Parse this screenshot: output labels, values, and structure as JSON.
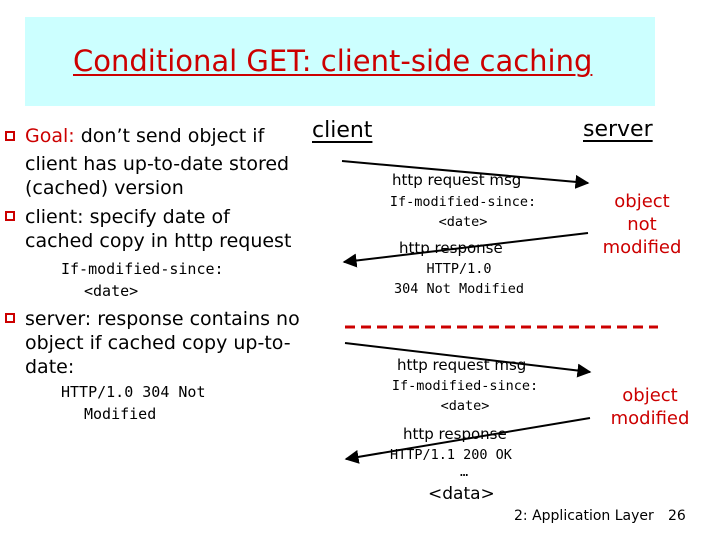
{
  "title": "Conditional GET: client-side caching",
  "bullets": {
    "b1_label": "Goal:",
    "b1_line1": " don’t send object if",
    "b1_line2": "client has up-to-date stored",
    "b1_line3": "(cached) version",
    "b2_line1": "client: specify date of",
    "b2_line2": "cached copy in http request",
    "b2_code1": "If-modified-since:",
    "b2_code2": "<date>",
    "b3_line1": "server: response contains no",
    "b3_line2": "object if cached copy up-to-",
    "b3_line3": "date:",
    "b3_code1": "HTTP/1.0 304 Not",
    "b3_code2": "Modified"
  },
  "diagram": {
    "client_label": "client",
    "server_label": "server",
    "exchange1": {
      "request_label": "http request msg",
      "request_code1": "If-modified-since:",
      "request_code2": "<date>",
      "response_label": "http response",
      "response_code1": "HTTP/1.0",
      "response_code2": "304 Not Modified",
      "note_line1": "object",
      "note_line2": "not",
      "note_line3": "modified"
    },
    "exchange2": {
      "request_label": "http request msg",
      "request_code1": "If-modified-since:",
      "request_code2": "<date>",
      "response_label": "http response",
      "response_code1": "HTTP/1.1 200 OK",
      "response_code2": "…",
      "response_code3": "<data>",
      "note_line1": "object",
      "note_line2": "modified"
    },
    "separator_color": "#cc0000"
  },
  "footer": {
    "chapter": "2: Application Layer",
    "page": "26"
  },
  "colors": {
    "title_bg": "#ccffff",
    "accent": "#cc0000"
  }
}
